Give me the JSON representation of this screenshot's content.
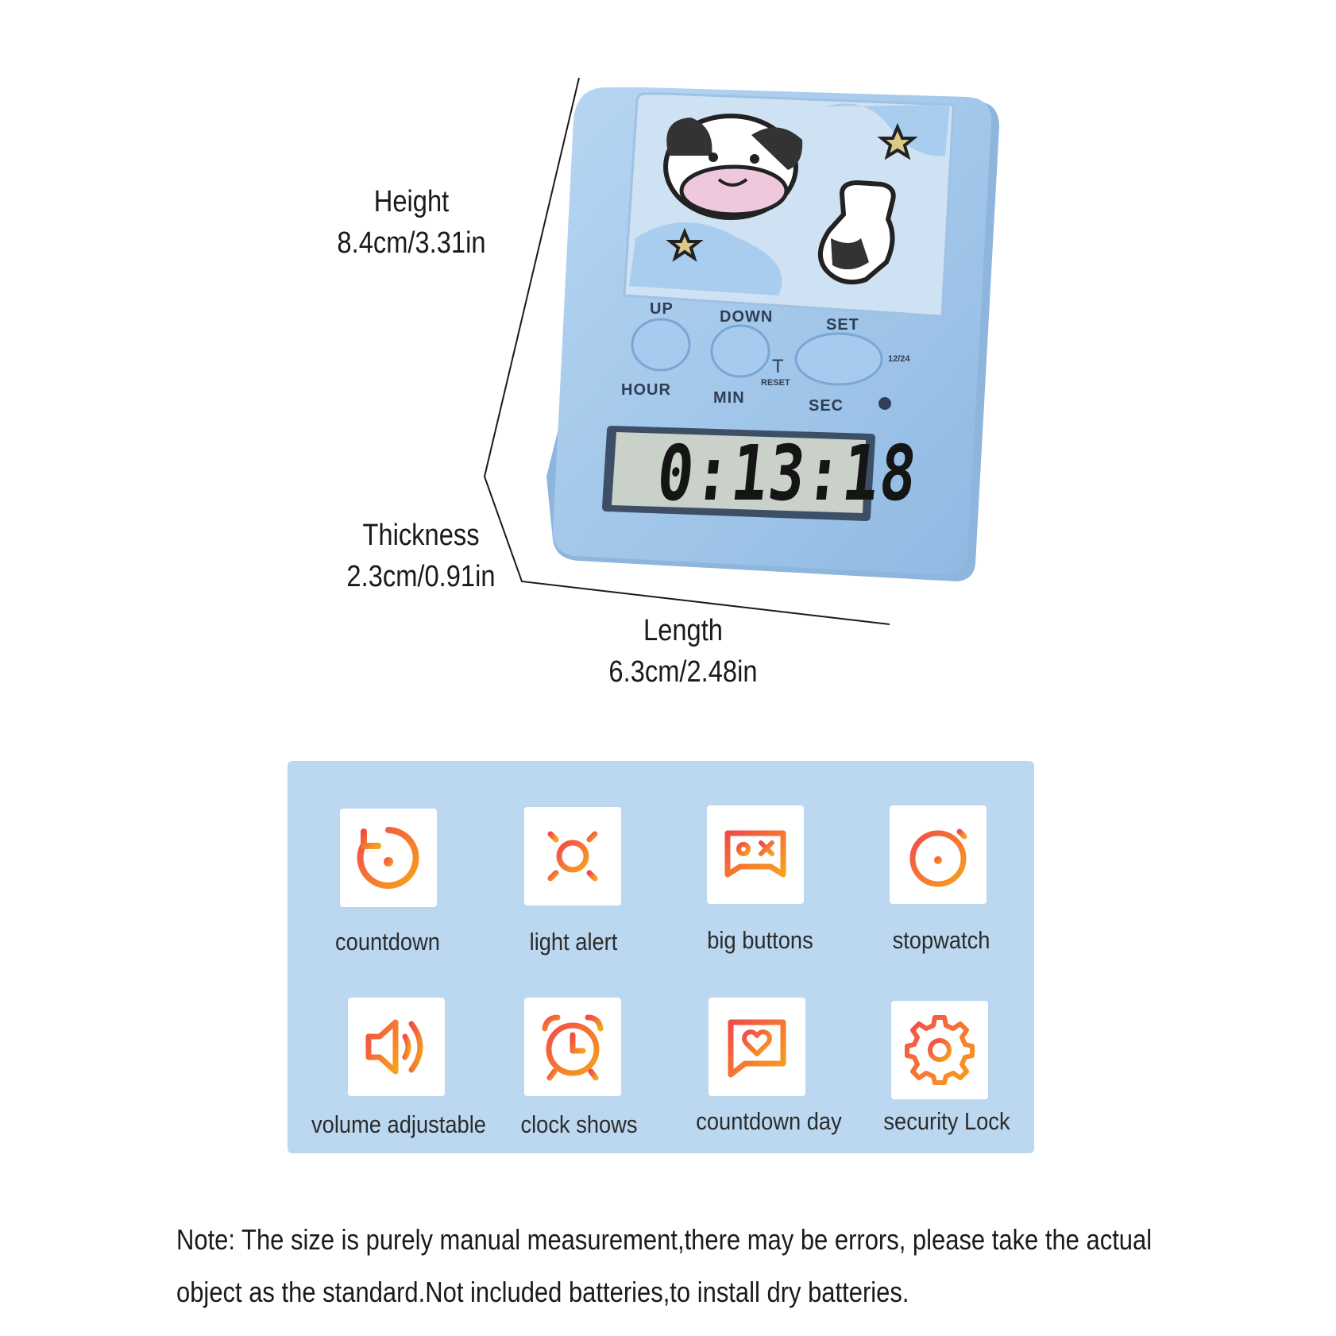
{
  "dimensions": {
    "height": {
      "title": "Height",
      "value": "8.4cm/3.31in"
    },
    "thickness": {
      "title": "Thickness",
      "value": "2.3cm/0.91in"
    },
    "length": {
      "title": "Length",
      "value": "6.3cm/2.48in"
    }
  },
  "device": {
    "buttons": {
      "up": "UP",
      "down": "DOWN",
      "set": "SET",
      "hour": "HOUR",
      "min": "MIN",
      "sec": "SEC",
      "reset": "RESET",
      "t": "T",
      "mode": "12/24"
    },
    "display": "0:13:18",
    "colors": {
      "body": "#a9cdee",
      "face": "#cfe2f4",
      "lcd": "#c9d1c9"
    }
  },
  "features": [
    {
      "label": "countdown",
      "icon": "countdown-icon"
    },
    {
      "label": "light alert",
      "icon": "sun-icon"
    },
    {
      "label": "big buttons",
      "icon": "gamepad-icon"
    },
    {
      "label": "stopwatch",
      "icon": "stopwatch-icon"
    },
    {
      "label": "volume adjustable",
      "icon": "speaker-icon"
    },
    {
      "label": "clock shows",
      "icon": "alarm-clock-icon"
    },
    {
      "label": "countdown day",
      "icon": "heart-message-icon"
    },
    {
      "label": "security Lock",
      "icon": "gear-icon"
    }
  ],
  "accent": {
    "icon_gradient_start": "#f24a4a",
    "icon_gradient_end": "#f7a21b",
    "panel": "#bcd8f0"
  },
  "note": {
    "line1": "Note: The size is purely manual measurement,there may be errors, please take the actual",
    "line2": "object as the standard.Not included batteries,to install dry batteries."
  }
}
